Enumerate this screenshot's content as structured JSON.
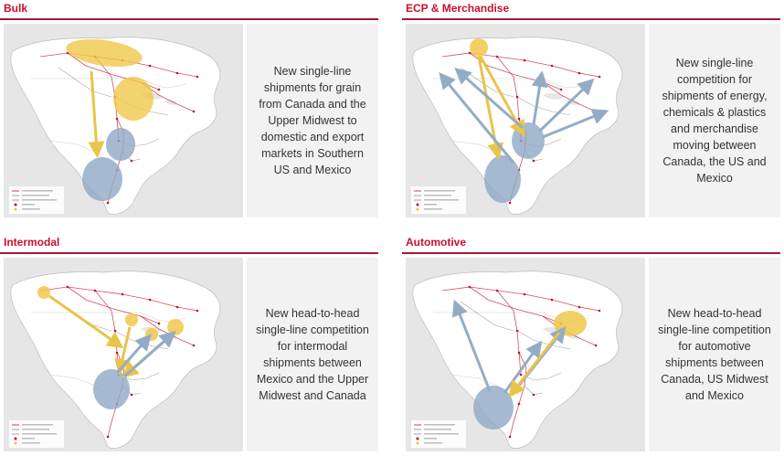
{
  "quadrants": [
    {
      "title": "Bulk",
      "text": "New single-line shipments for grain from Canada and the Upper Midwest to domestic and export markets in Southern US and Mexico"
    },
    {
      "title": "ECP & Merchandise",
      "text": "New single-line competition for shipments of energy, chemicals & plastics and merchandise moving between Canada, the US and Mexico"
    },
    {
      "title": "Intermodal",
      "text": "New head-to-head single-line competition for intermodal shipments between Mexico and the Upper Midwest and Canada"
    },
    {
      "title": "Automotive",
      "text": "New head-to-head single-line competition for automotive shipments between Canada, US Midwest and Mexico"
    }
  ],
  "colors": {
    "title_red": "#c8102e",
    "rule_red": "#a6192e",
    "yellow_region": "#f0c84a",
    "blue_region": "#8fa9c4",
    "yellow_arrow": "#e8c44a",
    "blue_arrow": "#93acc6"
  }
}
